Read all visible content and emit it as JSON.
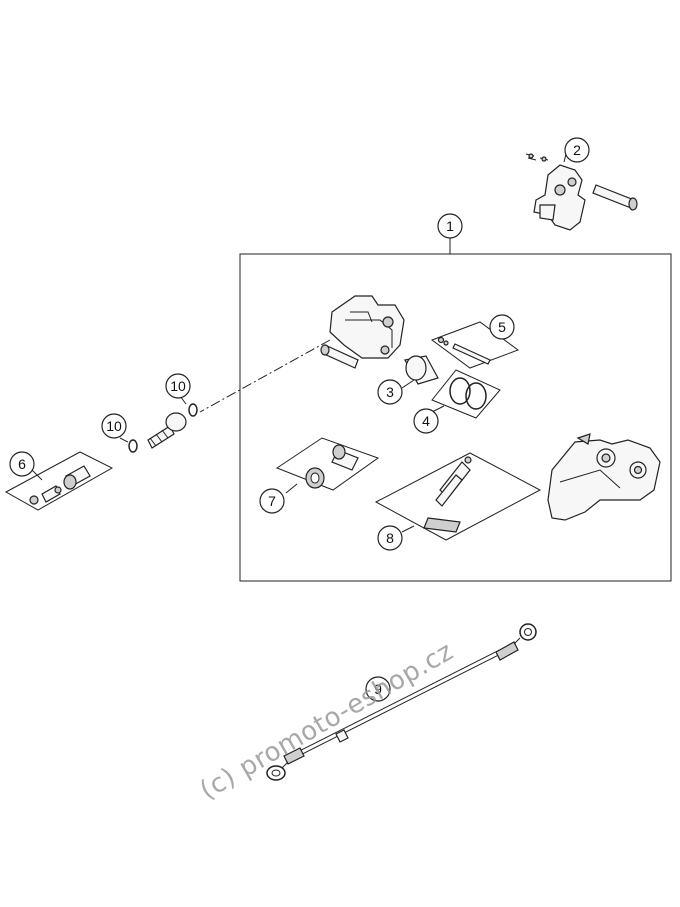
{
  "callouts": [
    {
      "id": "c1",
      "label": "1"
    },
    {
      "id": "c2",
      "label": "2"
    },
    {
      "id": "c3",
      "label": "3"
    },
    {
      "id": "c4",
      "label": "4"
    },
    {
      "id": "c5",
      "label": "5"
    },
    {
      "id": "c6",
      "label": "6"
    },
    {
      "id": "c7",
      "label": "7"
    },
    {
      "id": "c8",
      "label": "8"
    },
    {
      "id": "c9",
      "label": "9"
    },
    {
      "id": "c10a",
      "label": "10"
    },
    {
      "id": "c10b",
      "label": "10"
    }
  ],
  "watermark": "(c) promoto-eshop.cz"
}
